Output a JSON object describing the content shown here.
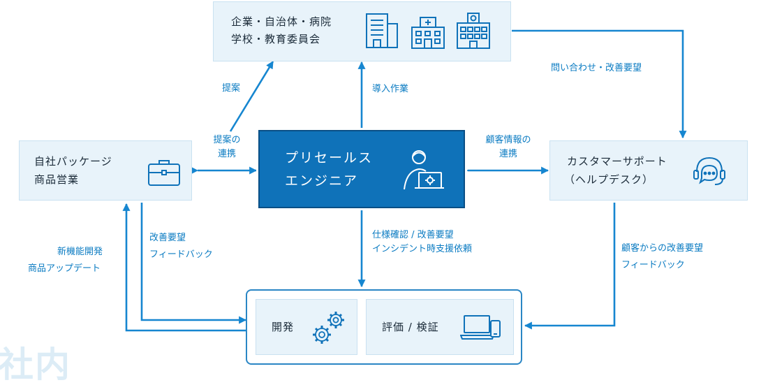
{
  "watermark": "社内",
  "customer": {
    "line1": "企業・自治体・病院",
    "line2": "学校・教育委員会",
    "icons": [
      "office-building-icon",
      "hospital-icon",
      "school-icon"
    ]
  },
  "sales": {
    "line1": "自社パッケージ",
    "line2": "商品営業",
    "icon": "briefcase-icon"
  },
  "presales": {
    "line1": "プリセールス",
    "line2": "エンジニア",
    "icon": "engineer-at-computer-icon"
  },
  "support": {
    "line1": "カスタマーサポート",
    "line2": "（ヘルプデスク）",
    "icon": "headset-chat-icon"
  },
  "dev": {
    "label": "開発",
    "icon": "gears-icon"
  },
  "eval": {
    "label": "評価 / 検証",
    "icon": "laptop-phone-icon"
  },
  "labels": {
    "proposal": "提案",
    "proposal_collab_1": "提案の",
    "proposal_collab_2": "連携",
    "introduction": "導入作業",
    "customer_info_1": "顧客情報の",
    "customer_info_2": "連携",
    "inquiry": "問い合わせ・改善要望",
    "spec_1": "仕様確認 / 改善要望",
    "spec_2": "インシデント時支援依頼",
    "sales_fb_1": "改善要望",
    "sales_fb_2": "フィードバック",
    "newdev_1": "新機能開発",
    "newdev_2": "商品アップデート",
    "support_fb_1": "顧客からの改善要望",
    "support_fb_2": "フィードバック"
  },
  "colors": {
    "accent": "#0f72b9",
    "arrow": "#1686d0",
    "light_box": "#e8f3fa",
    "label": "#0a7bc2"
  }
}
